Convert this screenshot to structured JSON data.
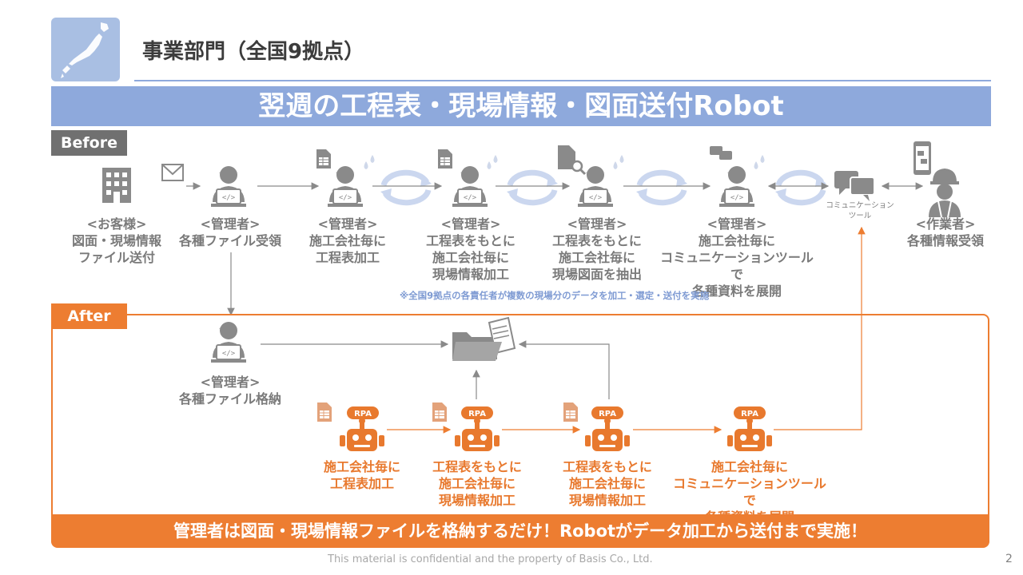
{
  "header": {
    "title": "事業部門（全国9拠点）"
  },
  "banner": {
    "title": "翌週の工程表・現場情報・図面送付Robot"
  },
  "before": {
    "tab": "Before",
    "steps": [
      {
        "role": "<お客様>",
        "desc": [
          "図面・現場情報",
          "ファイル送付"
        ]
      },
      {
        "role": "<管理者>",
        "desc": [
          "各種ファイル受領"
        ]
      },
      {
        "role": "<管理者>",
        "desc": [
          "施工会社毎に",
          "工程表加工"
        ]
      },
      {
        "role": "<管理者>",
        "desc": [
          "工程表をもとに",
          "施工会社毎に",
          "現場情報加工"
        ]
      },
      {
        "role": "<管理者>",
        "desc": [
          "工程表をもとに",
          "施工会社毎に",
          "現場図面を抽出"
        ]
      },
      {
        "role": "<管理者>",
        "desc": [
          "施工会社毎に",
          "コミュニケーションツールで",
          "各種資料を展開"
        ]
      },
      {
        "role": "<作業者>",
        "desc": [
          "各種情報受領"
        ]
      }
    ],
    "tool_label": [
      "コミュニケーション",
      "ツール"
    ],
    "note": "※全国9拠点の各責任者が複数の現場分のデータを加工・選定・送付を実施"
  },
  "after": {
    "tab": "After",
    "manager": {
      "role": "<管理者>",
      "desc": "各種ファイル格納"
    },
    "rpa_badge": "RPA",
    "robots": [
      {
        "desc": [
          "施工会社毎に",
          "工程表加工"
        ]
      },
      {
        "desc": [
          "工程表をもとに",
          "施工会社毎に",
          "現場情報加工"
        ]
      },
      {
        "desc": [
          "工程表をもとに",
          "施工会社毎に",
          "現場情報加工"
        ]
      },
      {
        "desc": [
          "施工会社毎に",
          "コミュニケーションツールで",
          "各種資料を展開"
        ]
      }
    ],
    "summary": "管理者は図面・現場情報ファイルを格納するだけ！Robotがデータ加工から送付まで実施！"
  },
  "footer": {
    "text": "This material is confidential and the property of Basis Co., Ltd.",
    "page": "2"
  },
  "colors": {
    "banner": "#8ea9dc",
    "accent_orange": "#ed7d31",
    "icon_gray": "#8a8a8a",
    "before_tab": "#707070"
  }
}
